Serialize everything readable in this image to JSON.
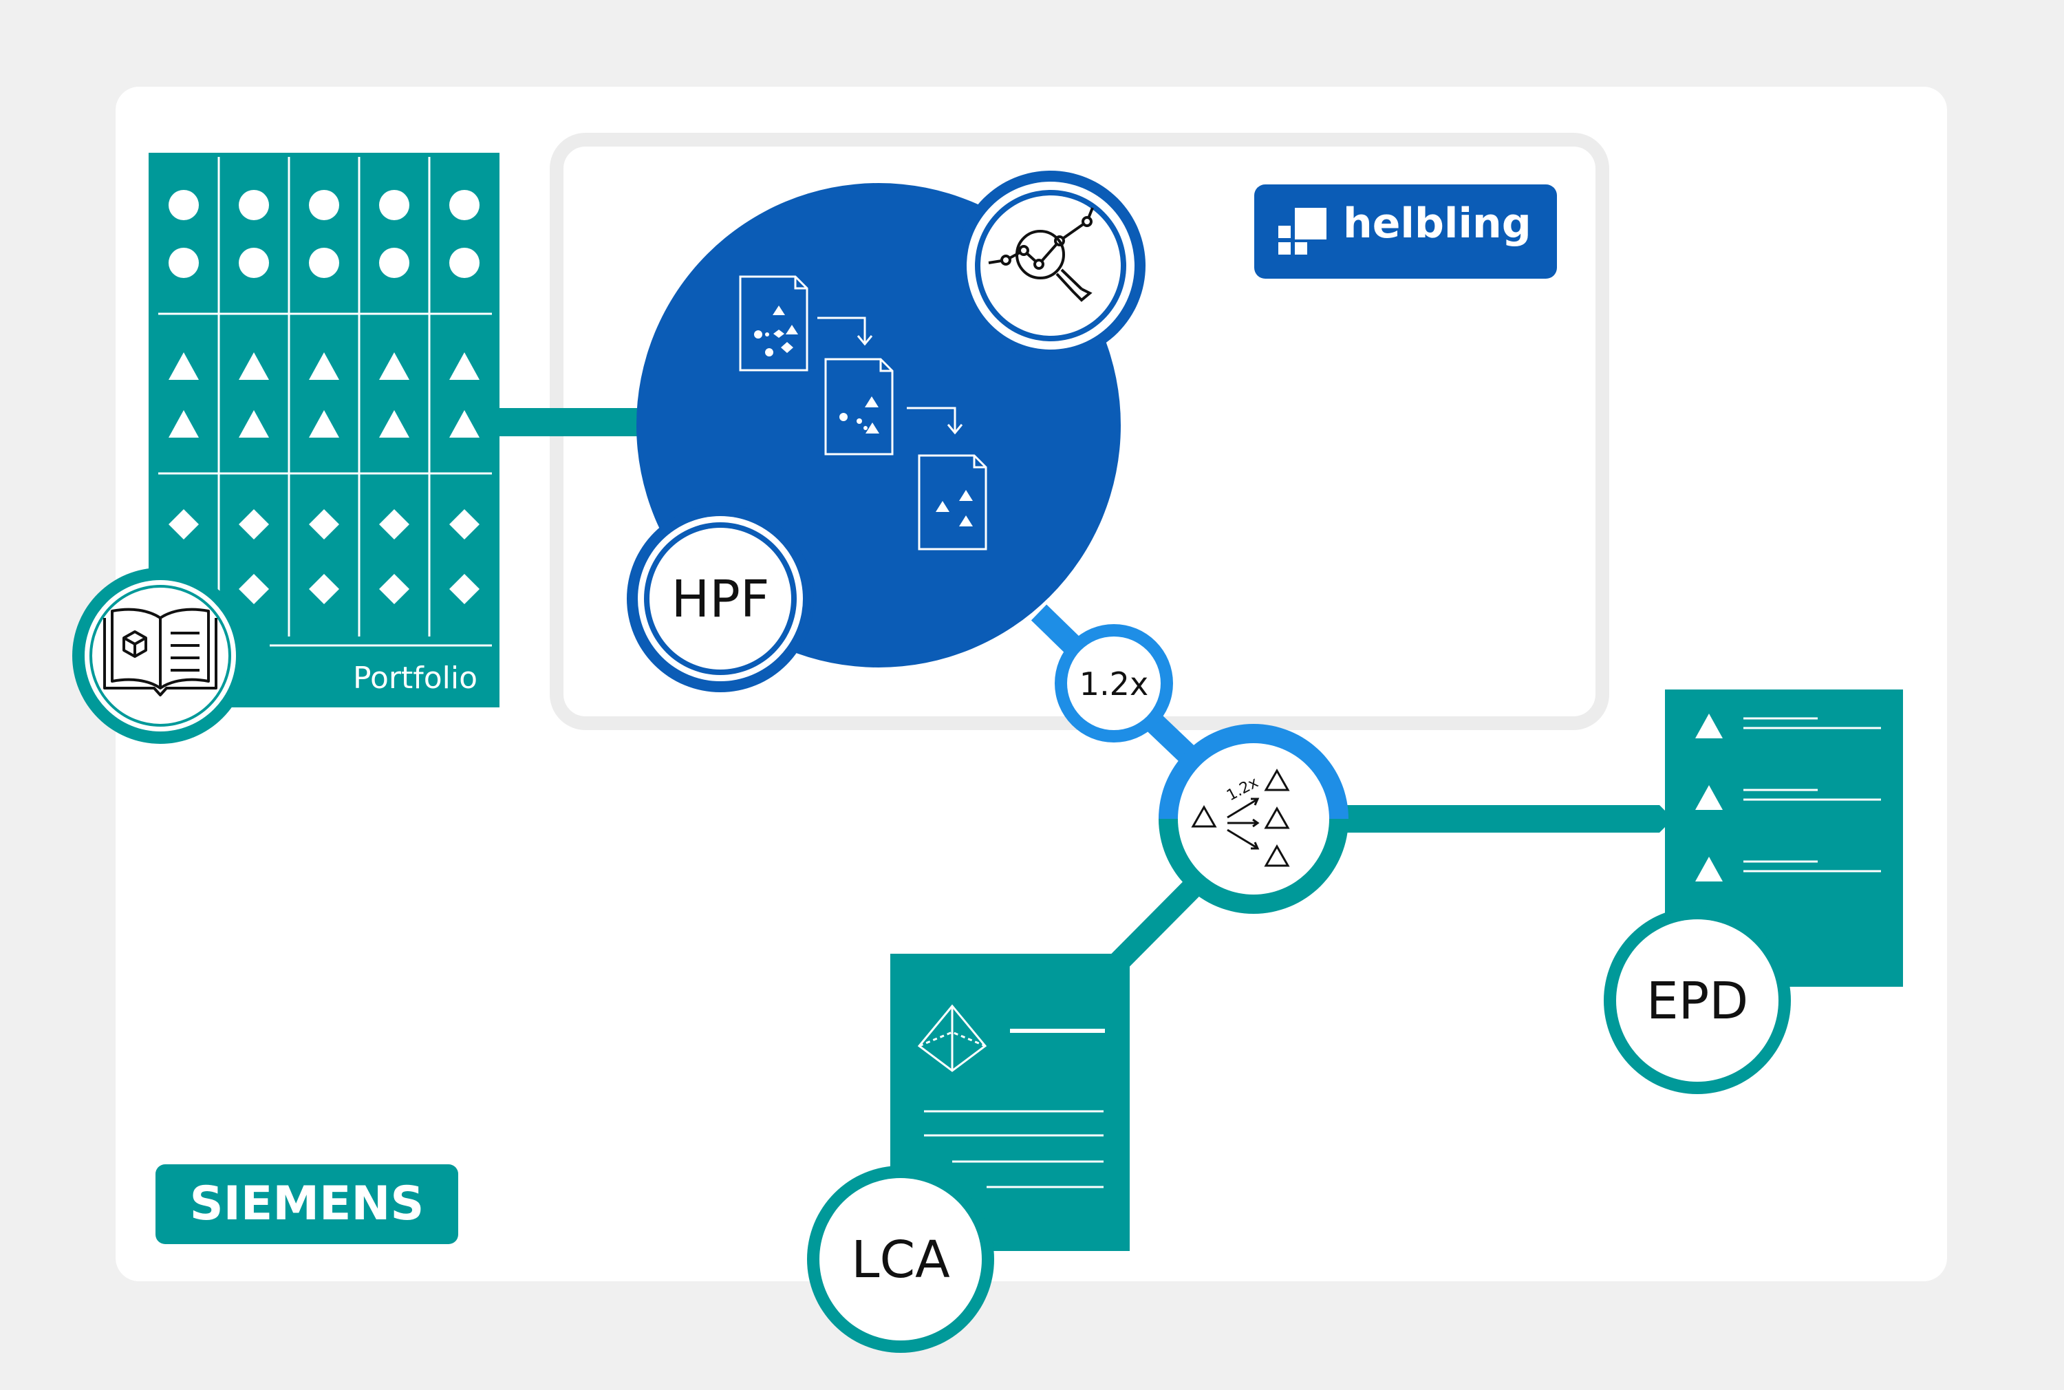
{
  "colors": {
    "background": "#f0f0f0",
    "card": "#ffffff",
    "teal": "#009999",
    "blue": "#0b5cb6",
    "light_blue": "#1e8ee6",
    "frame_gray": "#ececec"
  },
  "portfolio": {
    "label": "Portfolio",
    "rows": [
      "circle",
      "circle",
      "triangle",
      "triangle",
      "diamond",
      "diamond"
    ],
    "icon": "open-book-icon"
  },
  "hpf": {
    "label": "HPF",
    "process_icon": "document-filtering-icon",
    "analysis_icon": "chart-magnifier-icon"
  },
  "helbling": {
    "label": "helbling",
    "logo_icon": "helbling-logo-squares-icon"
  },
  "factor": {
    "label": "1.2x"
  },
  "scaling_hub": {
    "label": "1.2x",
    "icon": "triangle-scaling-icon"
  },
  "epd": {
    "label": "EPD",
    "icon": "triangle-list-icon"
  },
  "lca": {
    "label": "LCA",
    "icon": "pyramid-icon"
  },
  "siemens": {
    "label": "SIEMENS"
  }
}
